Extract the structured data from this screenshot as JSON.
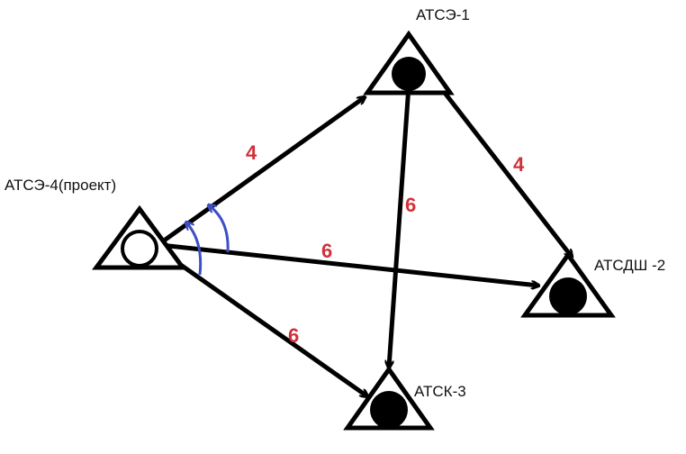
{
  "nodes": {
    "atse1": {
      "label": "АТСЭ-1"
    },
    "atsdsh2": {
      "label": "АТСДШ -2"
    },
    "atsk3": {
      "label": "АТСК-3"
    },
    "atse4": {
      "label": "АТСЭ-4(проект)"
    }
  },
  "edges": {
    "e4_to_1": {
      "weight": "4"
    },
    "e1_to_2": {
      "weight": "4"
    },
    "e1_to_3": {
      "weight": "6"
    },
    "e4_to_2": {
      "weight": "6"
    },
    "e4_to_3": {
      "weight": "6"
    }
  },
  "colors": {
    "edge": "#000000",
    "weight_label": "#d0313a",
    "angle_arc": "#3d4fc4"
  }
}
